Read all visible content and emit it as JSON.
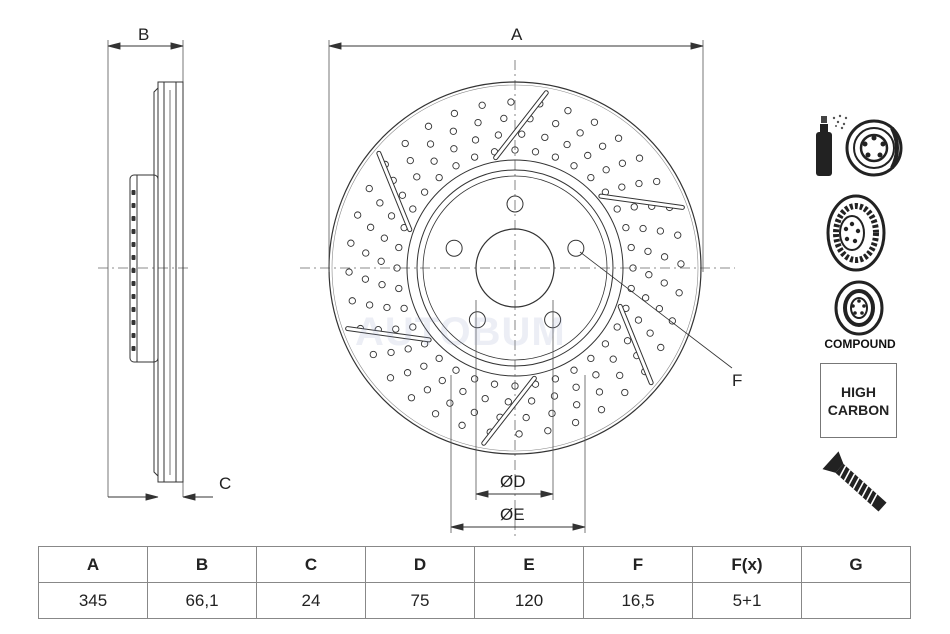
{
  "dimension_labels": {
    "A": "A",
    "B": "B",
    "C": "C",
    "D": "ØD",
    "E": "ØE",
    "F": "F"
  },
  "watermark": "AUTOBUM",
  "icons": {
    "paint": "painted-disc-icon",
    "coated": "coated-disc-icon",
    "compound": "compound-disc-icon",
    "compound_label": "COMPOUND",
    "high_carbon_line1": "HIGH",
    "high_carbon_line2": "CARBON",
    "screw": "mounting-screw-icon"
  },
  "table": {
    "headers": [
      "A",
      "B",
      "C",
      "D",
      "E",
      "F",
      "F(x)",
      "G"
    ],
    "values": [
      "345",
      "66,1",
      "24",
      "75",
      "120",
      "16,5",
      "5+1",
      ""
    ]
  }
}
